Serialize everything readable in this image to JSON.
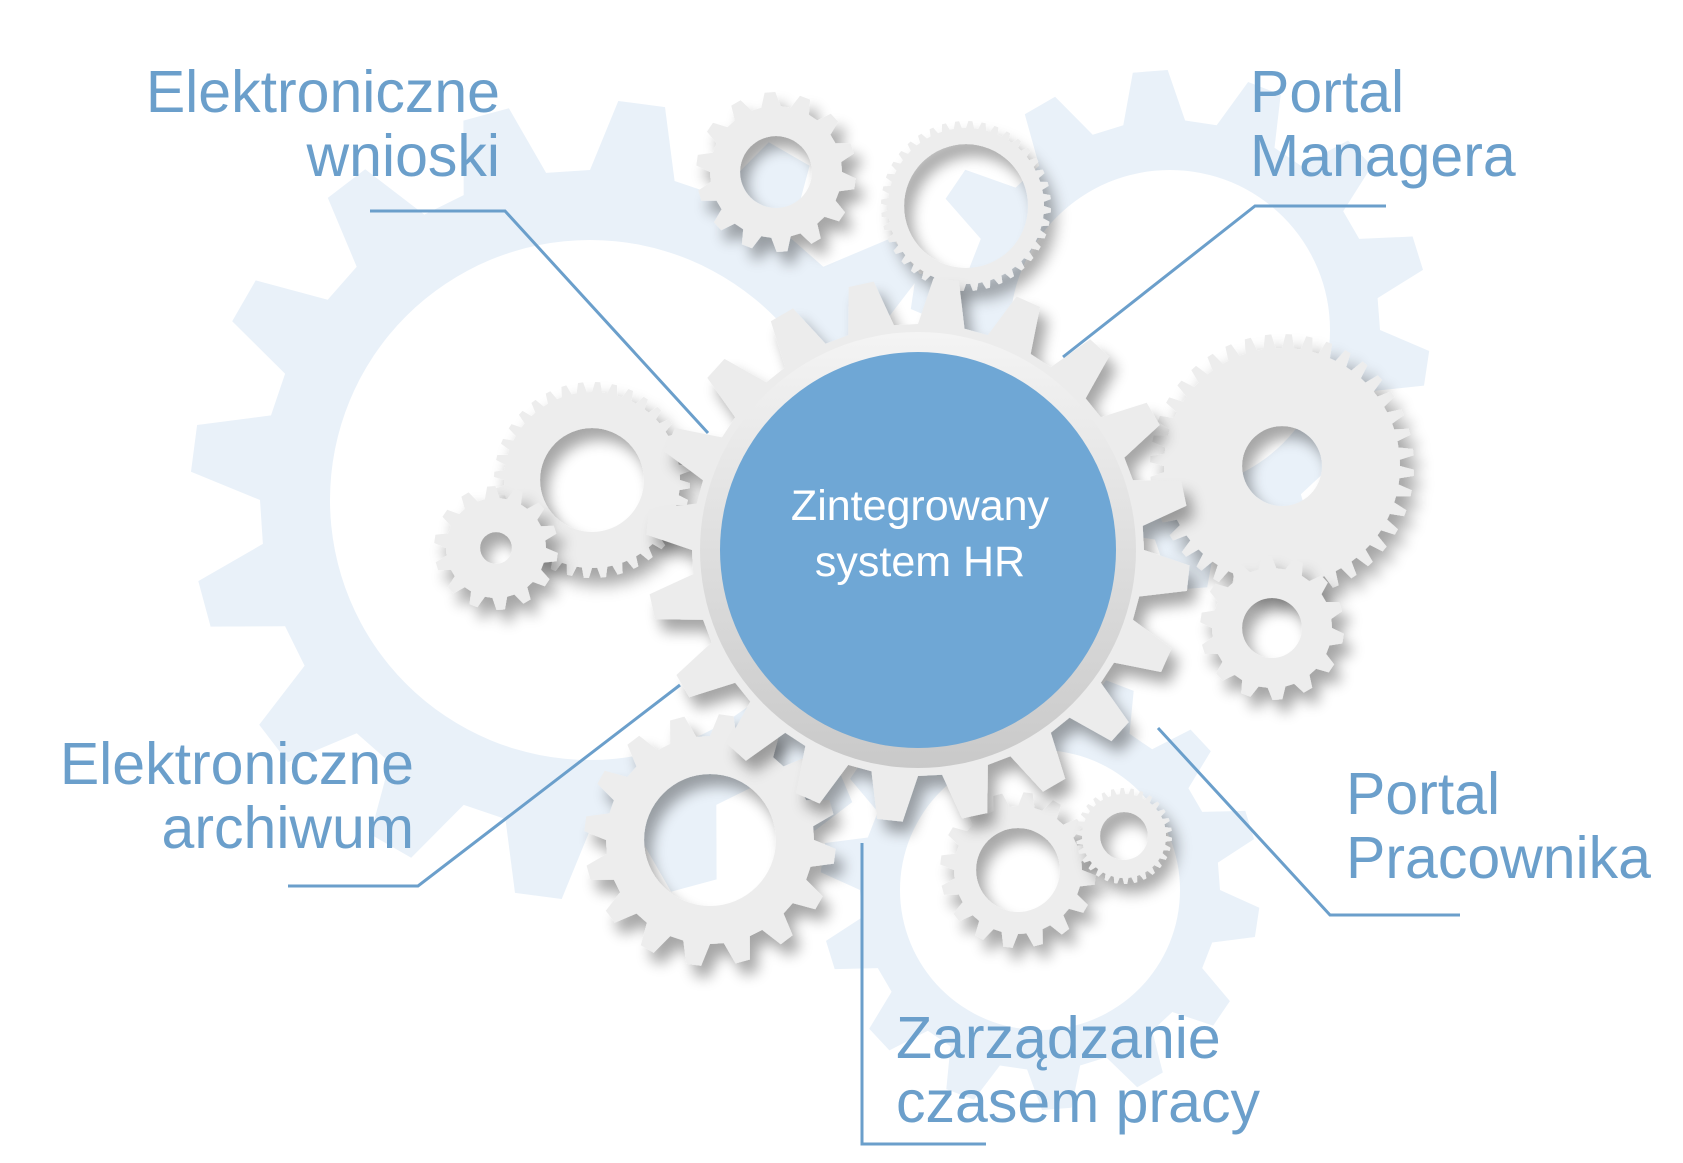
{
  "hub": {
    "line1": "Zintegrowany",
    "line2": "system HR",
    "fill_color": "#6fa7d5"
  },
  "labels": {
    "wnioski": {
      "line1": "Elektroniczne",
      "line2": "wnioski"
    },
    "archiwum": {
      "line1": "Elektroniczne",
      "line2": "archiwum"
    },
    "manager": {
      "line1": "Portal",
      "line2": "Managera"
    },
    "pracownik": {
      "line1": "Portal",
      "line2": "Pracownika"
    },
    "czas": {
      "line1": "Zarządzanie",
      "line2": "czasem pracy"
    }
  },
  "colors": {
    "label_text": "#6b9fcb",
    "connector": "#6b9fcb",
    "gear": "#ededed",
    "background_gear": "#e9f1f9"
  }
}
